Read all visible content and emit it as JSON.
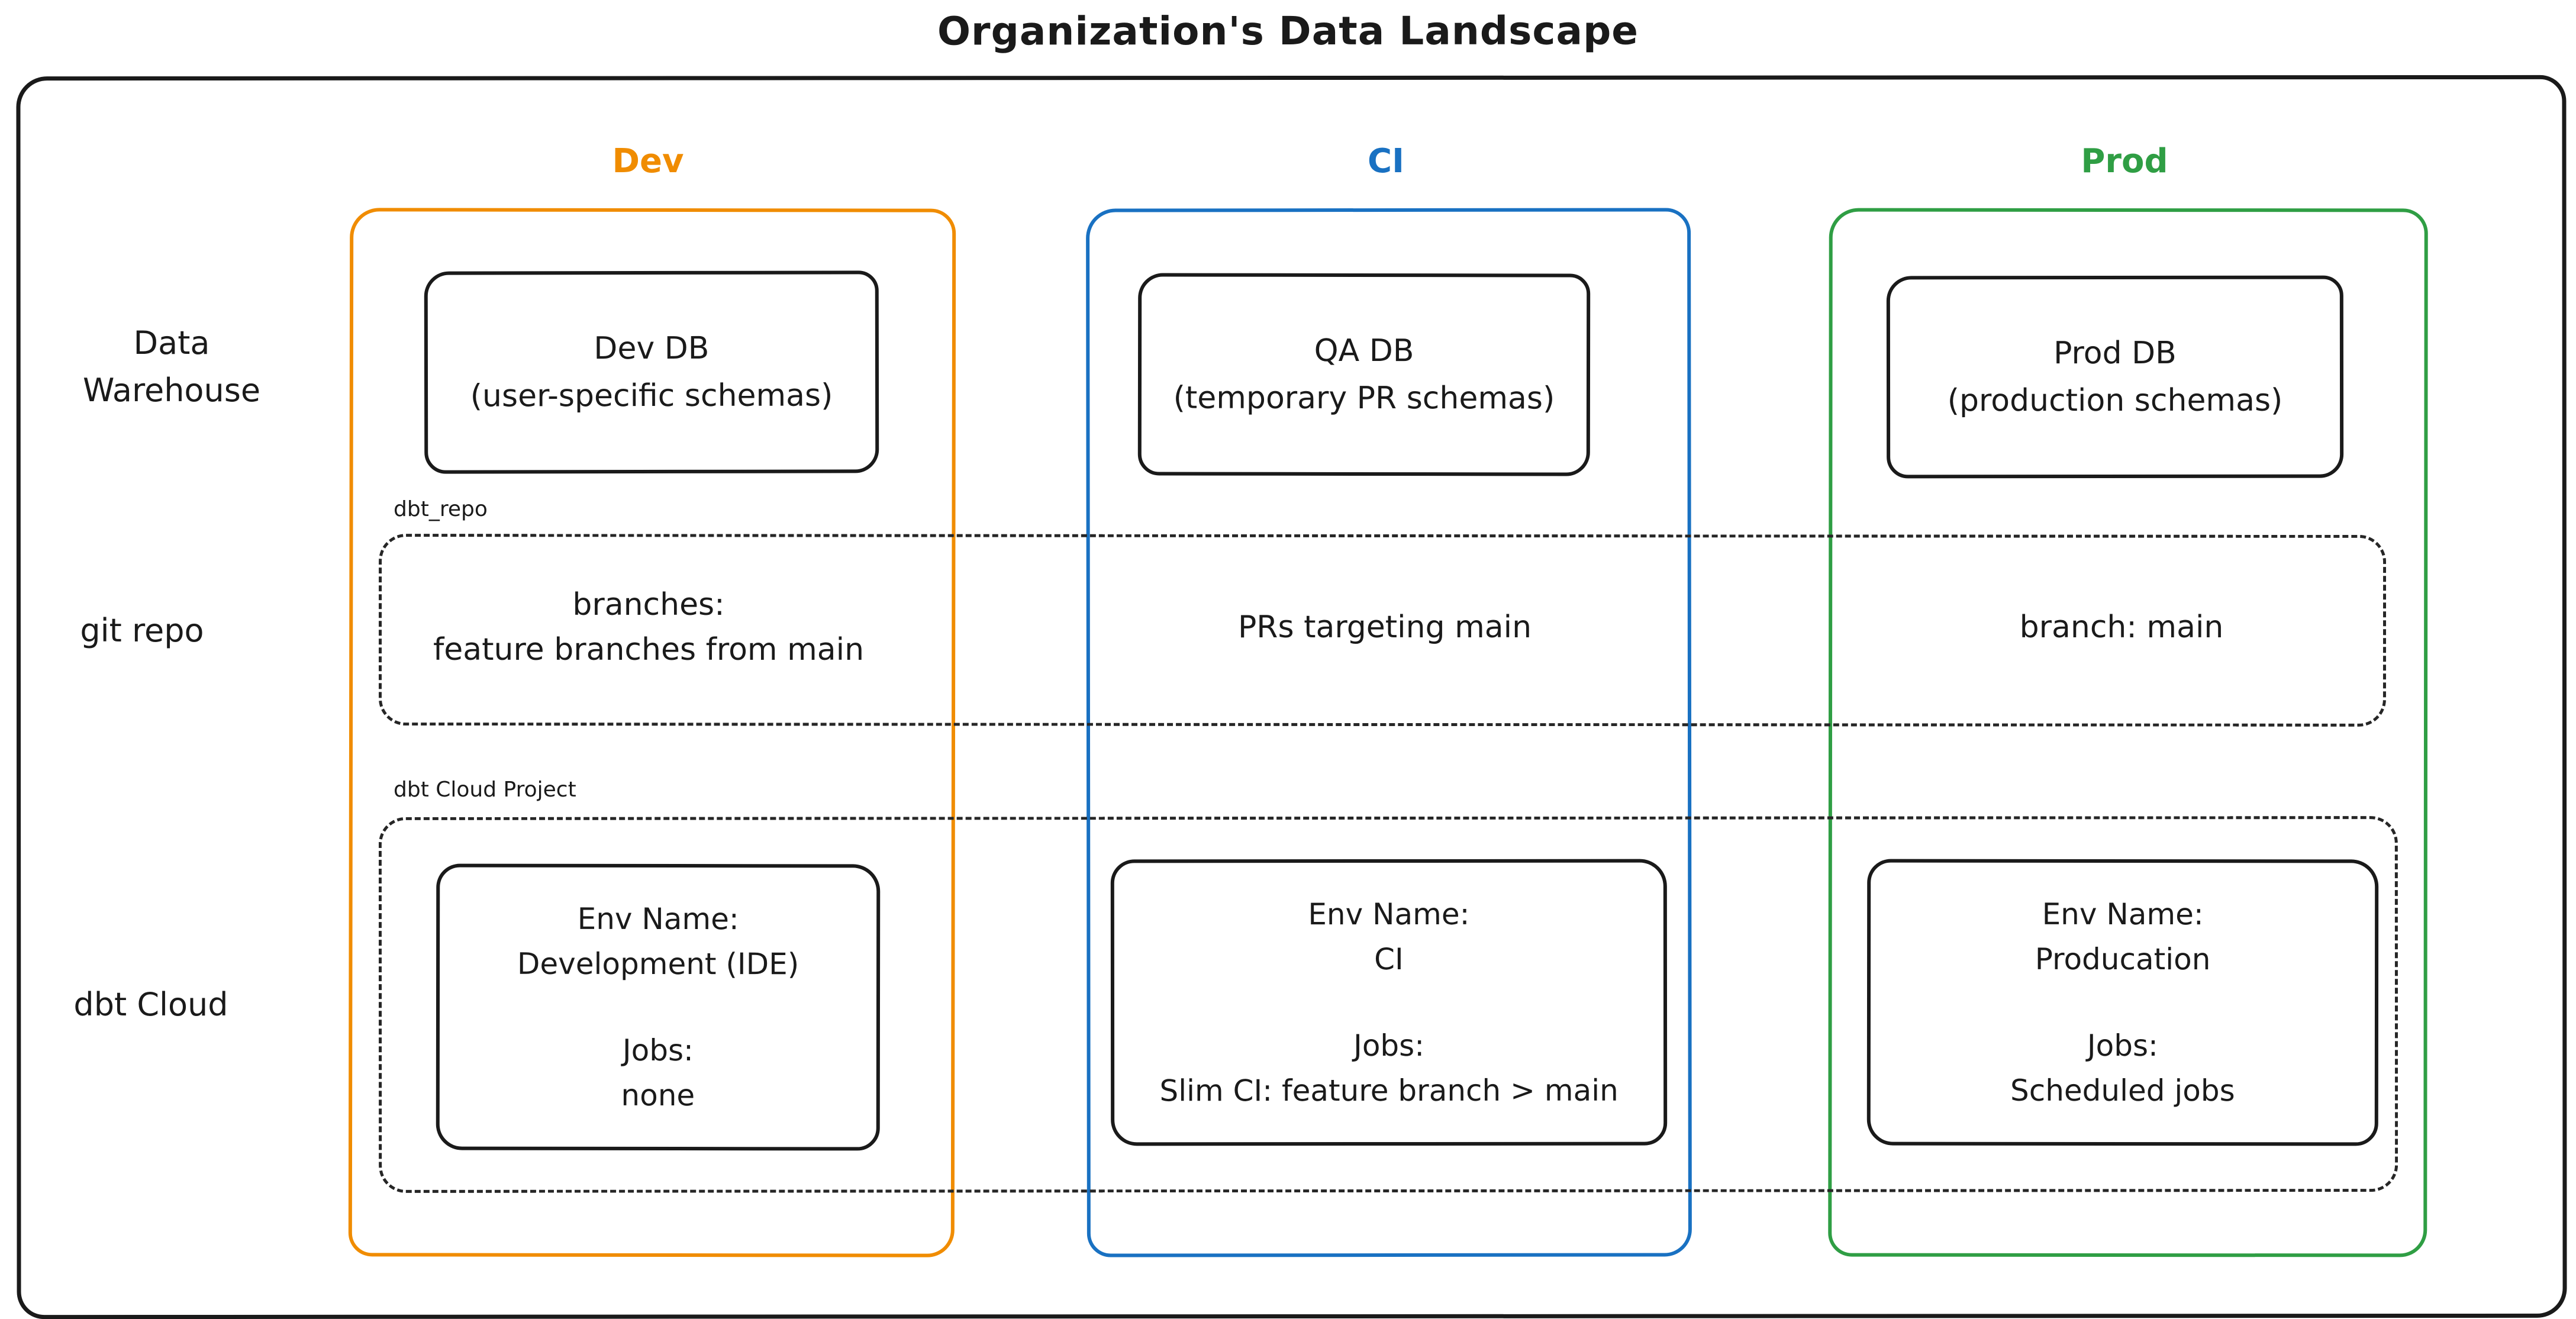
{
  "title": "Organization's Data Landscape",
  "colors": {
    "dev": "#f08c00",
    "ci": "#1971c2",
    "prod": "#2f9e44",
    "ink": "#1a1a1a"
  },
  "row_labels": {
    "warehouse_line1": "Data",
    "warehouse_line2": "Warehouse",
    "git": "git repo",
    "dbt": "dbt Cloud"
  },
  "badges": {
    "git_box": "dbt_repo",
    "dbt_box": "dbt Cloud Project"
  },
  "columns": [
    {
      "label": "Dev",
      "db_title": "Dev DB",
      "db_subtitle": "(user-specific schemas)",
      "git_line1": "branches:",
      "git_line2": "feature branches from main",
      "env_label": "Env Name:",
      "env_name": "Development (IDE)",
      "jobs_label": "Jobs:",
      "jobs_value": "none"
    },
    {
      "label": "CI",
      "db_title": "QA DB",
      "db_subtitle": "(temporary PR schemas)",
      "git_line1": "PRs targeting main",
      "git_line2": "",
      "env_label": "Env Name:",
      "env_name": "CI",
      "jobs_label": "Jobs:",
      "jobs_value": "Slim CI: feature branch > main"
    },
    {
      "label": "Prod",
      "db_title": "Prod DB",
      "db_subtitle": "(production schemas)",
      "git_line1": "branch: main",
      "git_line2": "",
      "env_label": "Env Name:",
      "env_name": "Producation",
      "jobs_label": "Jobs:",
      "jobs_value": "Scheduled jobs"
    }
  ]
}
